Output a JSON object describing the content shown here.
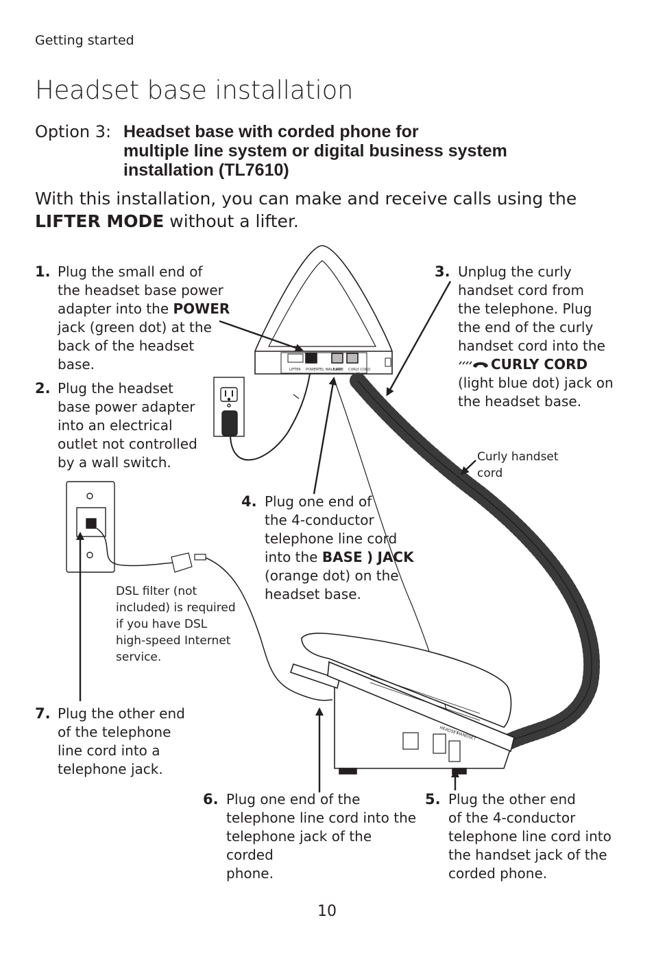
{
  "header": {
    "section": "Getting started",
    "title": "Headset base installation"
  },
  "option": {
    "label": "Option 3:",
    "line1": "Headset base with corded phone for",
    "line2": "multiple line system or digital business system",
    "line3": "installation (TL7610)"
  },
  "intro": {
    "before": "With this installation, you can make and receive calls using the",
    "bold": "LIFTER MODE",
    "after": " without a lifter."
  },
  "steps": {
    "s1": {
      "num": "1.",
      "l1": "Plug the small end of",
      "l2": "the headset base power",
      "l3a": "adapter into the ",
      "l3b": "POWER",
      "l4": "jack (green dot) at the",
      "l5": "back of the headset",
      "l6": "base."
    },
    "s2": {
      "num": "2.",
      "l1": "Plug the headset",
      "l2": "base power adapter",
      "l3": "into an electrical",
      "l4": "outlet not controlled",
      "l5": "by a wall switch."
    },
    "s3": {
      "num": "3.",
      "l1": "Unplug the curly",
      "l2": "handset cord from",
      "l3": "the telephone. Plug",
      "l4": "the end of the curly",
      "l5": "handset cord into the",
      "l6b": "CURLY CORD",
      "l7": "(light blue dot) jack on",
      "l8": "the headset base."
    },
    "s4": {
      "num": "4.",
      "l1": "Plug one end of",
      "l2": "the 4-conductor",
      "l3": "telephone line cord",
      "l4a": "into the ",
      "l4b": "BASE",
      "l4c": "JACK",
      "l5": "(orange dot) on the",
      "l6": "headset base."
    },
    "s5": {
      "num": "5.",
      "l1": "Plug the other end",
      "l2": "of the 4-conductor",
      "l3": "telephone line cord into",
      "l4": "the handset jack of the",
      "l5": "corded phone."
    },
    "s6": {
      "num": "6.",
      "l1": "Plug one end of the",
      "l2": "telephone line cord into the",
      "l3": "telephone jack of the corded",
      "l4": "phone."
    },
    "s7": {
      "num": "7.",
      "l1": "Plug the other end",
      "l2": "of the telephone",
      "l3": "line cord into a",
      "l4": "telephone jack."
    }
  },
  "notes": {
    "curly": {
      "l1": "Curly handset",
      "l2": "cord"
    },
    "dsl": {
      "l1": "DSL filter (not",
      "l2": "included) is required",
      "l3": "if you have DSL",
      "l4": "high-speed Internet",
      "l5": "service."
    }
  },
  "diagram": {
    "base_labels": [
      "LIFTER",
      "POWER",
      "TEL WALL JACK",
      "BASE",
      "CURLY CORD"
    ],
    "phone_labels": [
      "HEADSET",
      "HANDSET"
    ]
  },
  "footer": {
    "page": "10"
  }
}
